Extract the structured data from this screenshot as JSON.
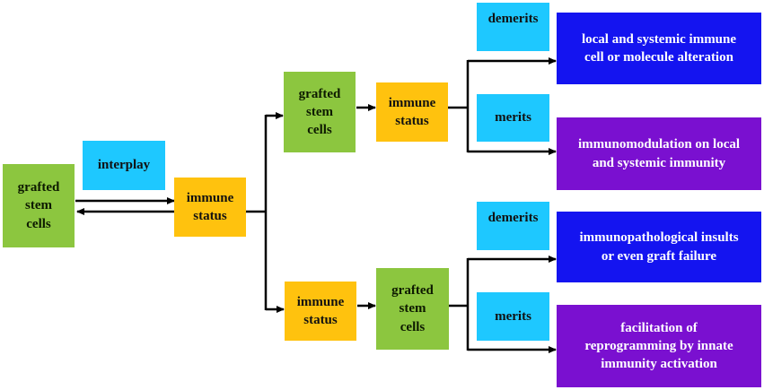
{
  "nodes": {
    "root_cells": "grafted\nstem\ncells",
    "interplay": "interplay",
    "root_status": "immune\nstatus",
    "upper_cells": "grafted\nstem\ncells",
    "upper_status": "immune\nstatus",
    "lower_status": "immune\nstatus",
    "lower_cells": "grafted\nstem\ncells",
    "upper_demerits": "demerits",
    "upper_merits": "merits",
    "lower_demerits": "demerits",
    "lower_merits": "merits",
    "upper_demerit_outcome": "local and systemic immune\ncell or molecule   alteration",
    "upper_merit_outcome": "immunomodulation on local\nand systemic immunity",
    "lower_demerit_outcome": "immunopathological insults\nor even graft failure",
    "lower_merit_outcome": "facilitation of\nreprogramming by innate\nimmunity activation"
  },
  "colors": {
    "green": "#8cc63f",
    "yellow": "#ffc20e",
    "cyan": "#1ec8ff",
    "blue": "#1414f0",
    "purple": "#7a10d0",
    "line": "#000000"
  }
}
